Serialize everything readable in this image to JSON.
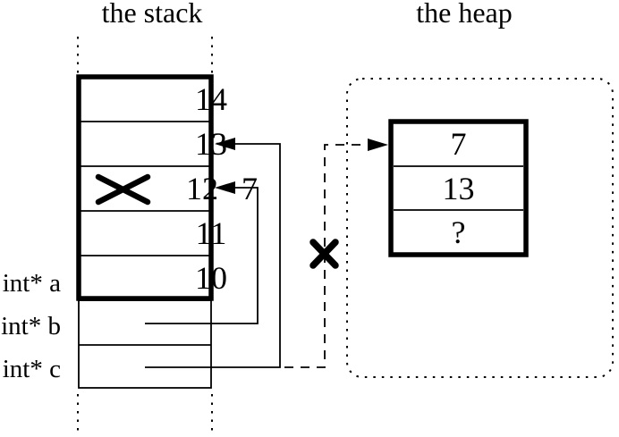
{
  "titles": {
    "stack": "the stack",
    "heap": "the heap"
  },
  "stack_cells": [
    {
      "value": "14"
    },
    {
      "value": "13"
    },
    {
      "old_value": "12",
      "new_value": "7",
      "crossed_out": true
    },
    {
      "value": "11"
    },
    {
      "value": "10"
    }
  ],
  "frame_labels": [
    {
      "label": "int* a"
    },
    {
      "label": "int* b"
    },
    {
      "label": "int* c"
    }
  ],
  "heap_cells": [
    {
      "value": "7"
    },
    {
      "value": "13"
    },
    {
      "value": "?"
    }
  ],
  "annotations": {
    "crossed_out_stack_value": "12",
    "replacement_value": "7",
    "broken_heap_pointer": "dashed pointer from c to heap object is crossed out"
  },
  "colors": {
    "ink": "#000000",
    "background": "#ffffff"
  }
}
